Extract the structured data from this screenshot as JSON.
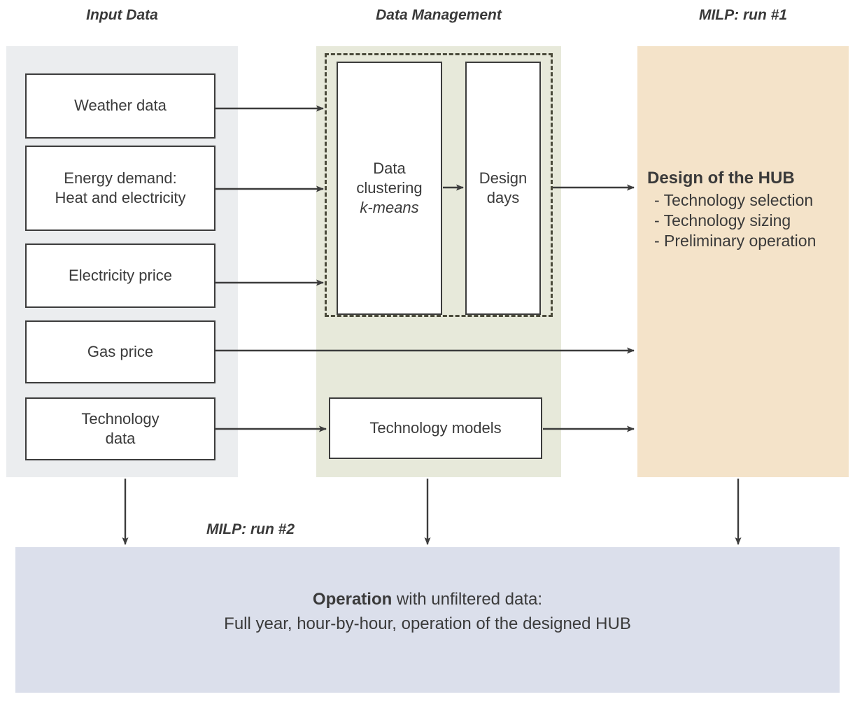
{
  "columns": [
    {
      "key": "input",
      "title": "Input Data"
    },
    {
      "key": "datamgmt",
      "title": "Data Management"
    },
    {
      "key": "milp1",
      "title": "MILP: run #1"
    }
  ],
  "bottom_title": "MILP: run #2",
  "input_boxes": [
    {
      "label": "Weather data"
    },
    {
      "label": "Energy demand:\nHeat and electricity"
    },
    {
      "label": "Electricity price"
    },
    {
      "label": "Gas price"
    },
    {
      "label": "Technology\ndata"
    }
  ],
  "data_management": {
    "clustering_box": {
      "line1": "Data",
      "line2": "clustering",
      "line3": "k-means"
    },
    "design_days_box": {
      "line1": "Design",
      "line2": "days"
    },
    "technology_models_box": {
      "label": "Technology models"
    }
  },
  "milp_run1": {
    "title": "Design of the HUB",
    "items": [
      "- Technology selection",
      "- Technology sizing",
      "- Preliminary operation"
    ]
  },
  "milp_run2": {
    "line1_bold": "Operation",
    "line1_rest": " with unfiltered data:",
    "line2": "Full year, hour-by-hour, operation of the designed HUB"
  },
  "colors": {
    "panel_gray": "#ebedef",
    "panel_green": "#e7e9da",
    "panel_tan": "#f4e3c9",
    "panel_blue": "#dbdfeb",
    "stroke": "#3c3c3c",
    "text": "#3a3a3a"
  }
}
